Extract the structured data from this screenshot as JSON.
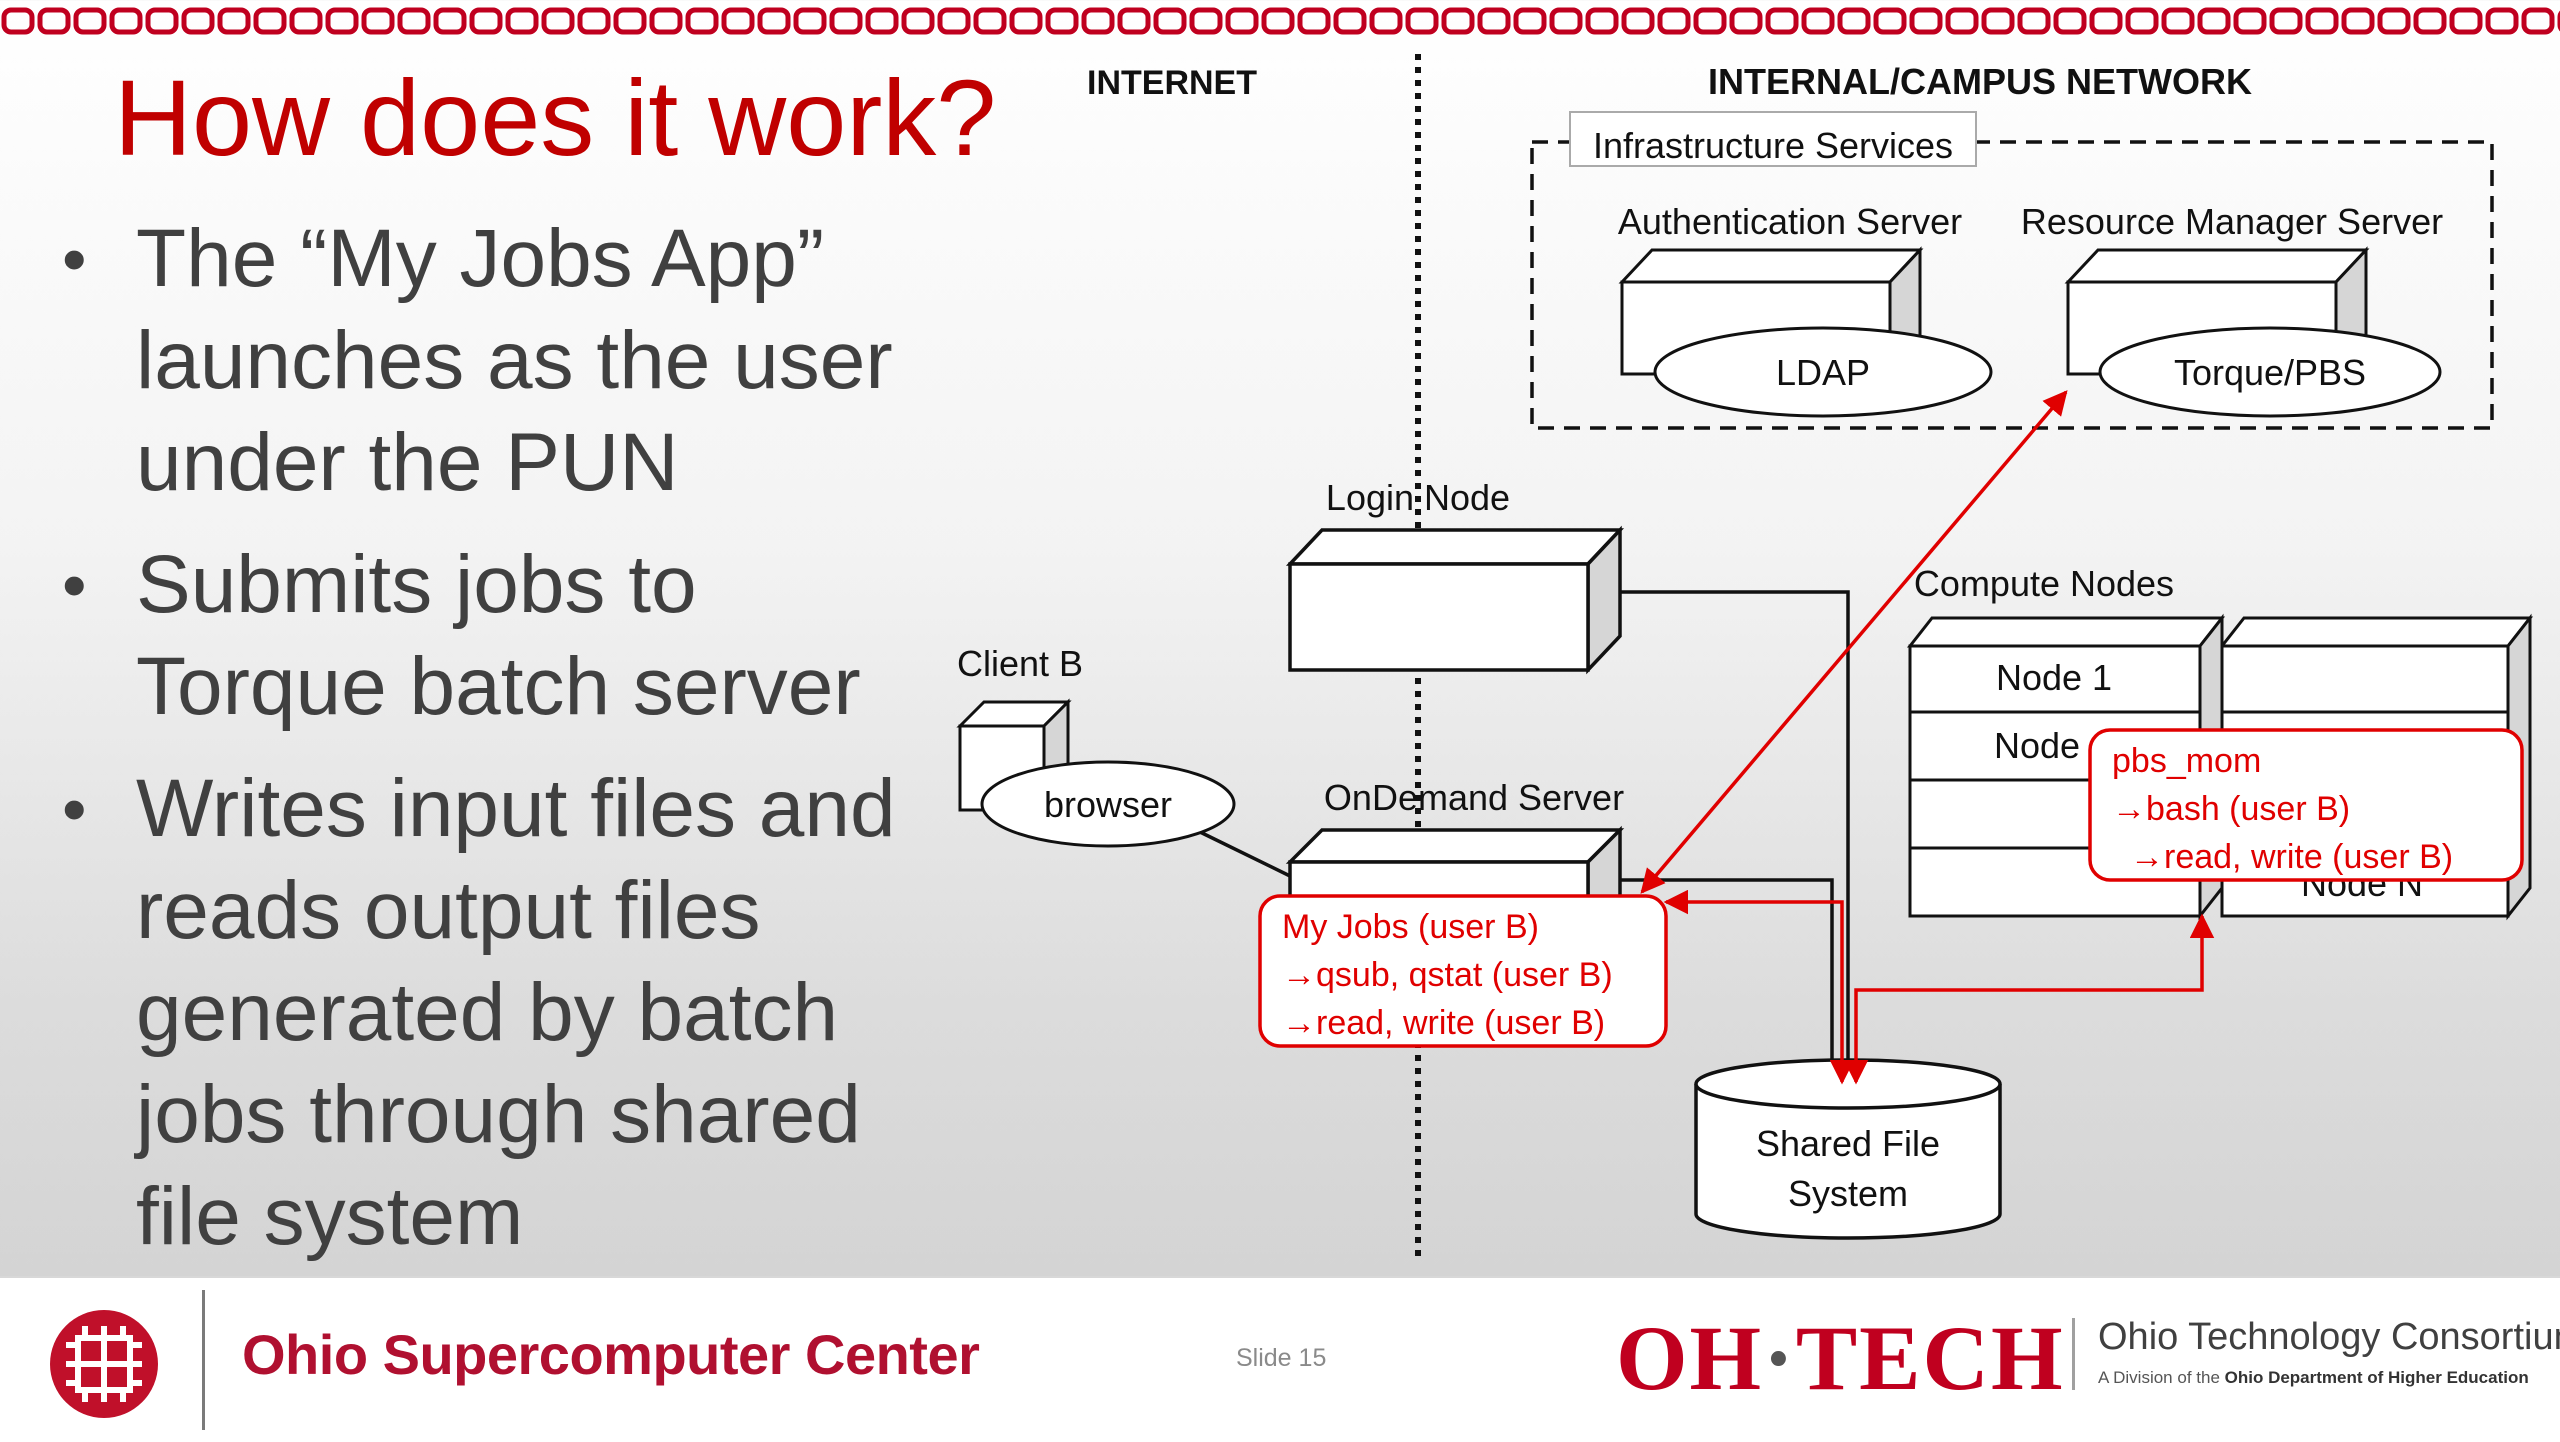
{
  "slide": {
    "title": "How does it work?",
    "bullets": [
      "The “My Jobs App” launches as the user under the PUN",
      "Submits jobs to Torque batch server",
      "Writes input files and reads output files generated by batch jobs through shared file system"
    ]
  },
  "diagram": {
    "zones": {
      "left": "INTERNET",
      "right": "INTERNAL/CAMPUS NETWORK"
    },
    "infrastructure": {
      "label": "Infrastructure Services",
      "auth_server": {
        "label": "Authentication Server",
        "service": "LDAP"
      },
      "resource_manager": {
        "label": "Resource Manager Server",
        "service": "Torque/PBS"
      }
    },
    "login_node": {
      "label": "Login Node"
    },
    "ondemand_server": {
      "label": "OnDemand Server"
    },
    "client": {
      "label": "Client B",
      "app": "browser"
    },
    "compute_nodes": {
      "label": "Compute Nodes",
      "node1": "Node 1",
      "node2": "Node",
      "nodeN": "Node N"
    },
    "myjobs_callout": [
      "My Jobs (user B)",
      "→qsub, qstat (user B)",
      "→read, write (user B)"
    ],
    "pbs_callout": [
      "pbs_mom",
      "→bash (user B)",
      "→read, write (user B)"
    ],
    "shared_fs": {
      "line1": "Shared File",
      "line2": "System"
    }
  },
  "footer": {
    "org": "Ohio Supercomputer Center",
    "slide_number": "Slide 15",
    "oh": "OH",
    "dot": "·",
    "tech": "TECH",
    "consortium": "Ohio Technology Consortium",
    "sub_prefix": "A Division of the ",
    "sub_bold": "Ohio Department of Higher Education"
  },
  "colors": {
    "accent_red": "#c00000",
    "callout_red": "#e00000",
    "osc_brand": "#b01030",
    "ohtech_red": "#c0001f"
  },
  "icons": {
    "osc_logo": "osc-chip-logo"
  }
}
